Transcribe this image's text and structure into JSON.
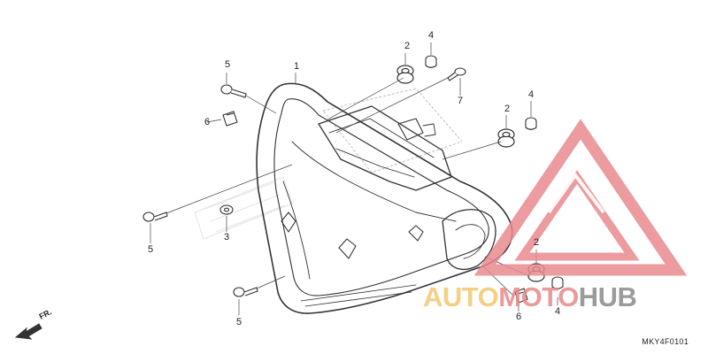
{
  "diagram": {
    "callouts": {
      "c1": "1",
      "c2a": "2",
      "c2b": "2",
      "c2c": "2",
      "c3": "3",
      "c4a": "4",
      "c4b": "4",
      "c4c": "4",
      "c5a": "5",
      "c5b": "5",
      "c5c": "5",
      "c6a": "6",
      "c6b": "6",
      "c7": "7"
    },
    "direction_label": "FR.",
    "diagram_code": "MKY4F0101"
  },
  "watermark": {
    "part1": "AUTO",
    "part2": "MOTO",
    "part3": "HUB",
    "colors": {
      "auto": "#f2c05a",
      "moto": "#e8898b",
      "hub": "#8a8a8a"
    }
  }
}
